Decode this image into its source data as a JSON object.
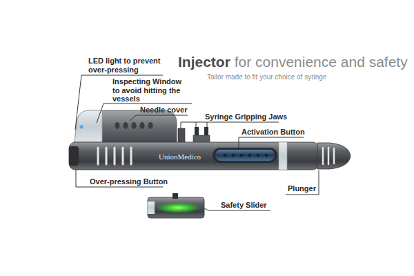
{
  "diagram": {
    "title": "Injector for convenience and safety",
    "labels": [
      "LED light to prevent over-pressing",
      "Inspecting Window to avoid hitting the vessels",
      "Needle cover",
      "Syringe Gripping Jaws",
      "Activation Button",
      "Over-pressing Button",
      "Plunger",
      "Safety Slider",
      "Tailor made to fit your choice of syringe",
      "UnionMedico"
    ]
  }
}
